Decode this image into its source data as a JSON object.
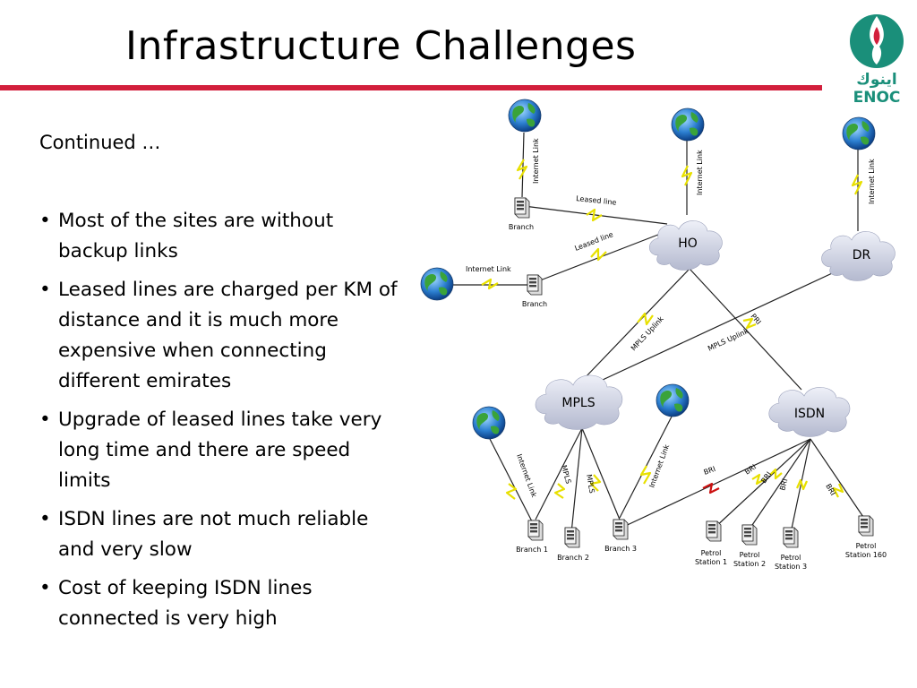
{
  "slide": {
    "title": "Infrastructure Challenges",
    "continued": "Continued …",
    "bullets": [
      "Most of the sites are without backup links",
      "Leased lines are charged per KM of distance and it is much more expensive when connecting different emirates",
      "Upgrade of leased lines take very long time and there are speed limits",
      "ISDN lines are not much reliable and very slow",
      "Cost of keeping ISDN lines connected is very high"
    ]
  },
  "logo": {
    "arabic": "اينوك",
    "latin": "ENOC",
    "colors": {
      "teal": "#1a8f7a",
      "red": "#d21f3c"
    }
  },
  "colors": {
    "accent_rule": "#d21f3c",
    "link_yellow": "#e8e000",
    "link_red": "#cc1111",
    "cloud": "#c8ccdd"
  },
  "diagram": {
    "clouds": {
      "ho": "HO",
      "dr": "DR",
      "mpls": "MPLS",
      "isdn": "ISDN"
    },
    "links": {
      "internet": "Internet Link",
      "leased": "Leased line",
      "mpls_uplink": "MPLS Uplink",
      "mpls": "MPLS",
      "bri": "BRI",
      "pri": "PRI"
    },
    "nodes": {
      "branch_top": "Branch",
      "branch_mid": "Branch",
      "branch1": "Branch 1",
      "branch2": "Branch 2",
      "branch3": "Branch 3",
      "ps1_a": "Petrol",
      "ps1_b": "Station 1",
      "ps2_a": "Petrol",
      "ps2_b": "Station 2",
      "ps3_a": "Petrol",
      "ps3_b": "Station 3",
      "ps160_a": "Petrol",
      "ps160_b": "Station 160"
    }
  }
}
